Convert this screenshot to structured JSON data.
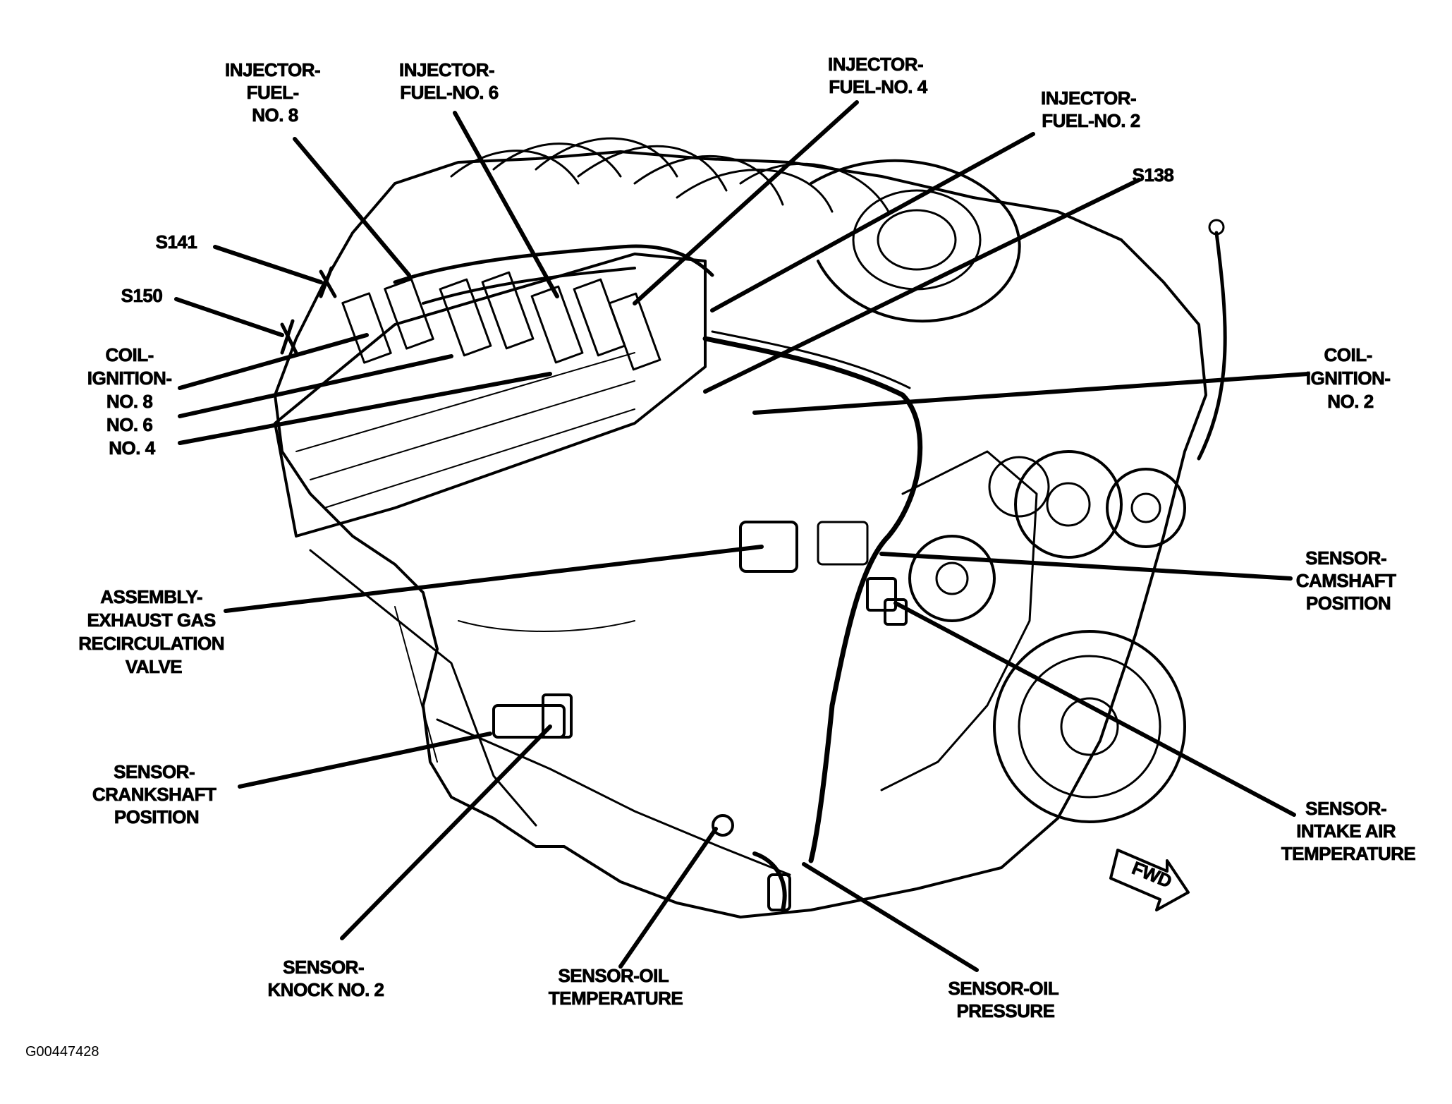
{
  "figure_id": "G00447428",
  "labels": {
    "injector_8": [
      "INJECTOR-",
      "FUEL-",
      "NO. 8"
    ],
    "injector_6": [
      "INJECTOR-",
      "FUEL-NO. 6"
    ],
    "injector_4": [
      "INJECTOR-",
      "FUEL-NO. 4"
    ],
    "injector_2": [
      "INJECTOR-",
      "FUEL-NO. 2"
    ],
    "s138": "S138",
    "s141": "S141",
    "s150": "S150",
    "coil_left": [
      "COIL-",
      "IGNITION-",
      "NO. 8",
      "NO. 6",
      "NO. 4"
    ],
    "coil_right": [
      "COIL-",
      "IGNITION-",
      "NO. 2"
    ],
    "camshaft": [
      "SENSOR-",
      "CAMSHAFT",
      "POSITION"
    ],
    "egr": [
      "ASSEMBLY-",
      "EXHAUST GAS",
      "RECIRCULATION",
      "VALVE"
    ],
    "crankshaft": [
      "SENSOR-",
      "CRANKSHAFT",
      "POSITION"
    ],
    "intake_air": [
      "SENSOR-",
      "INTAKE AIR",
      "TEMPERATURE"
    ],
    "knock": [
      "SENSOR-",
      "KNOCK NO. 2"
    ],
    "oil_temp": [
      "SENSOR-OIL",
      "TEMPERATURE"
    ],
    "oil_pressure": [
      "SENSOR-OIL",
      "PRESSURE"
    ],
    "fwd": "FWD"
  },
  "icons": {
    "fwd_arrow": "fwd-arrow-icon"
  }
}
